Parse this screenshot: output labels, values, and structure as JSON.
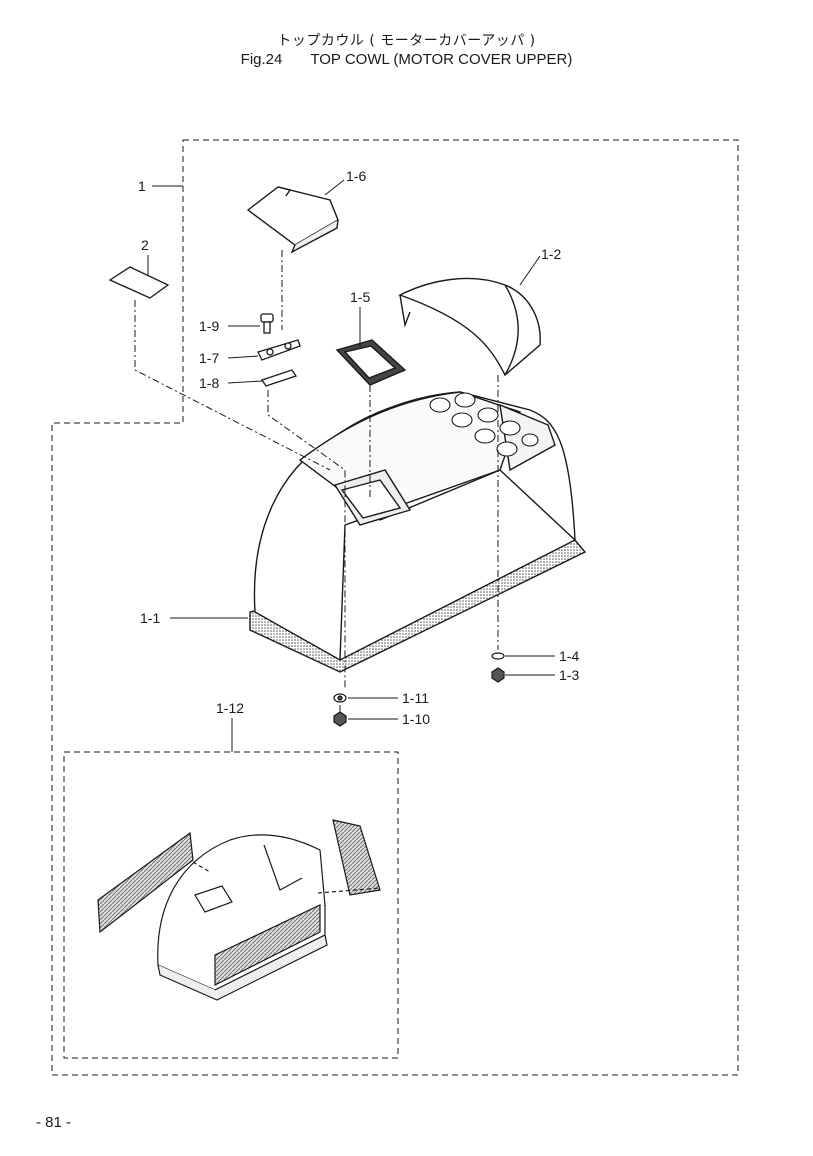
{
  "title": {
    "japanese": "トップカウル ( モーターカバーアッパ )",
    "figure": "Fig.24",
    "english": "TOP COWL (MOTOR COVER UPPER)"
  },
  "callouts": {
    "c1": "1",
    "c1_1": "1-1",
    "c1_2": "1-2",
    "c1_3": "1-3",
    "c1_4": "1-4",
    "c1_5": "1-5",
    "c1_6": "1-6",
    "c1_7": "1-7",
    "c1_8": "1-8",
    "c1_9": "1-9",
    "c1_10": "1-10",
    "c1_11": "1-11",
    "c1_12": "1-12",
    "c2": "2"
  },
  "page_number": "- 81 -",
  "colors": {
    "ink": "#1a1a1a",
    "background": "#ffffff",
    "hatch": "#7a7a7a"
  }
}
